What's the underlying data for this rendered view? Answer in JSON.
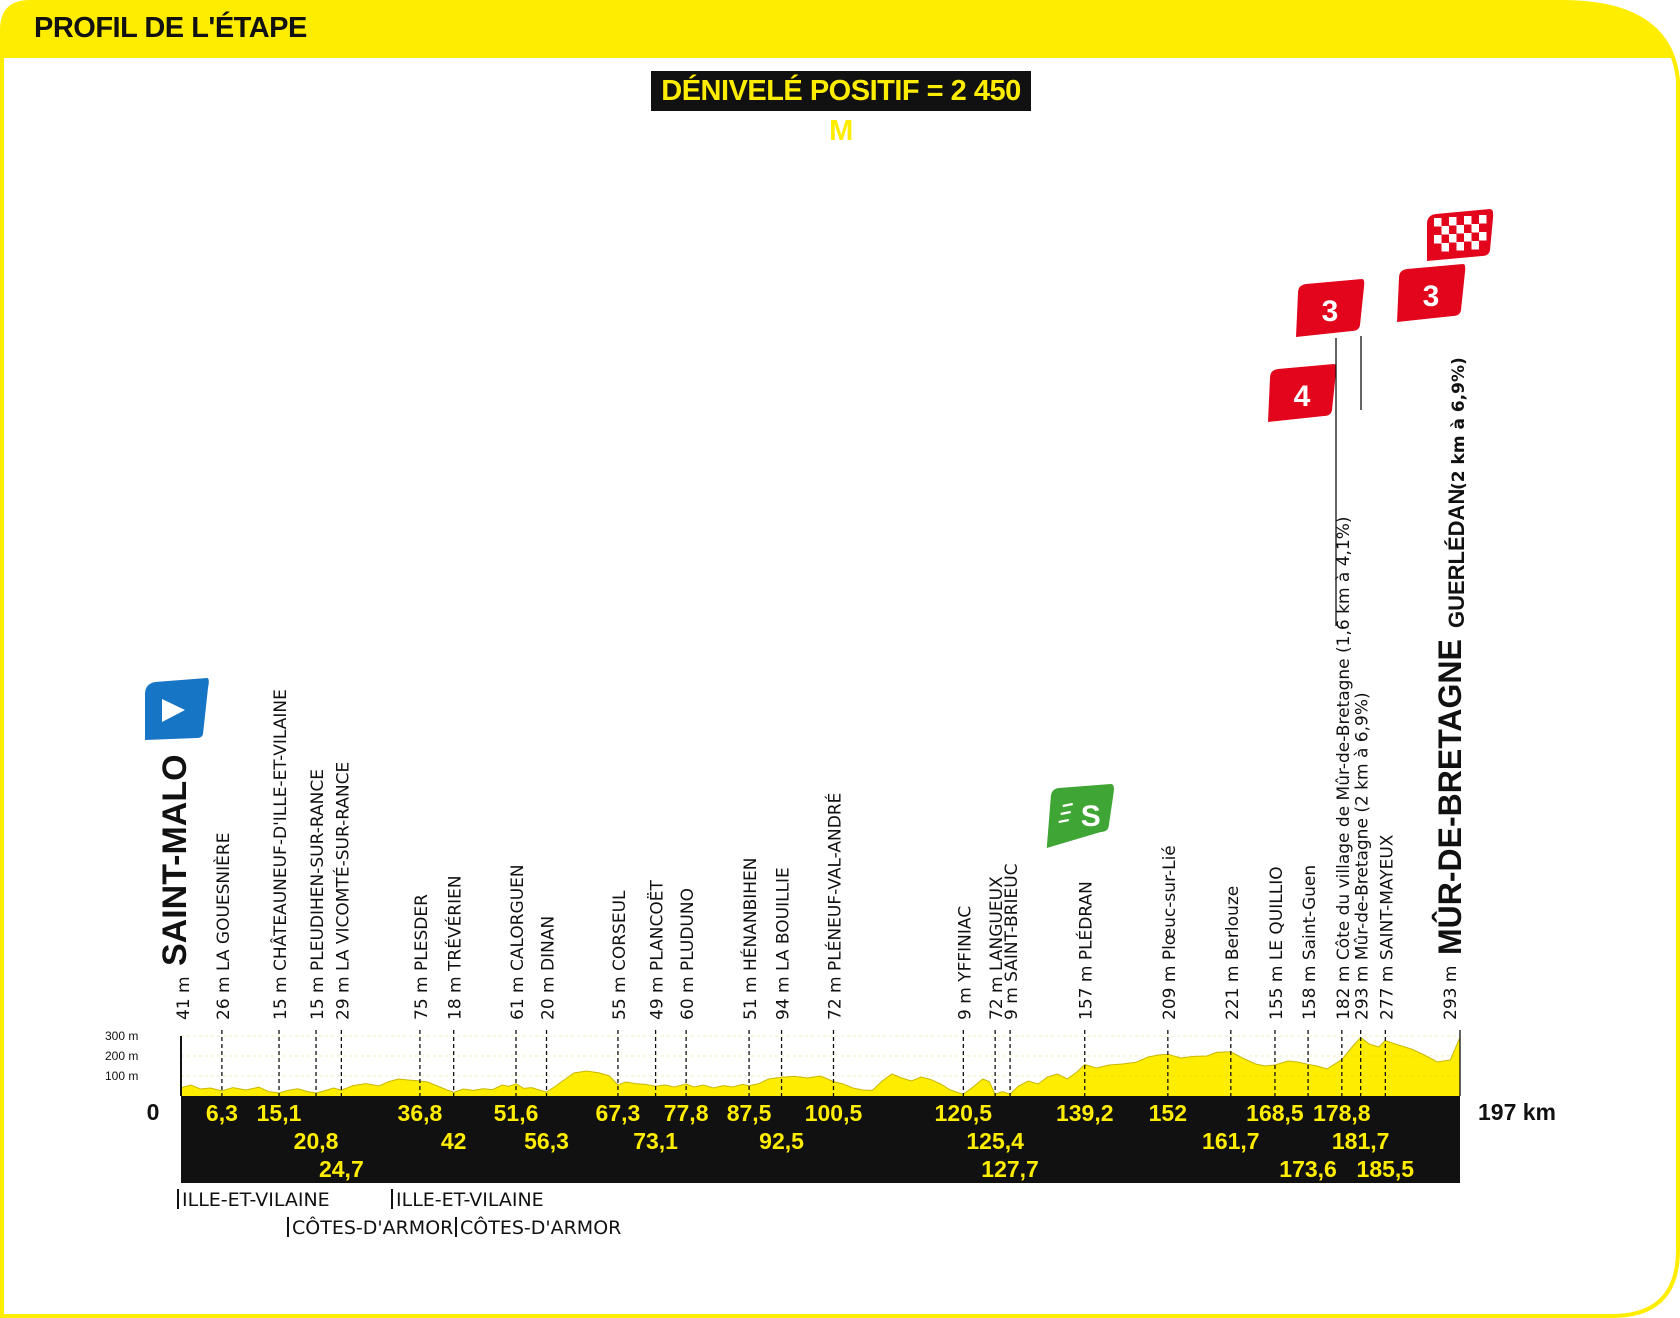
{
  "header": {
    "title": "PROFIL DE L'ÉTAPE"
  },
  "elevation_gain": "DÉNIVELÉ POSITIF = 2 450 M",
  "colors": {
    "yellow": "#ffed00",
    "black": "#111111",
    "climb_red": "#e3051b",
    "start_blue": "#1775c6",
    "sprint_green": "#3fa535"
  },
  "chart_data": {
    "type": "area",
    "title": "PROFIL DE L'ÉTAPE",
    "xlabel": "",
    "ylabel": "",
    "x_unit": "km",
    "xlim": [
      0,
      197
    ],
    "ylim": [
      0,
      300
    ],
    "y_ticks": [
      "300 m",
      "200 m",
      "100 m"
    ],
    "distance_start_label": "0",
    "distance_end_label": "197 km",
    "profile": [
      [
        0,
        41
      ],
      [
        1.5,
        55
      ],
      [
        3,
        35
      ],
      [
        4.5,
        40
      ],
      [
        6.3,
        26
      ],
      [
        8,
        42
      ],
      [
        10,
        30
      ],
      [
        12,
        44
      ],
      [
        13.5,
        22
      ],
      [
        15.1,
        15
      ],
      [
        16.5,
        28
      ],
      [
        18,
        36
      ],
      [
        19.5,
        22
      ],
      [
        20.8,
        15
      ],
      [
        22,
        25
      ],
      [
        23.5,
        40
      ],
      [
        24.7,
        29
      ],
      [
        26.5,
        52
      ],
      [
        28.5,
        62
      ],
      [
        30.5,
        50
      ],
      [
        32,
        72
      ],
      [
        33.5,
        85
      ],
      [
        35,
        80
      ],
      [
        36.8,
        75
      ],
      [
        38,
        70
      ],
      [
        39.5,
        50
      ],
      [
        41,
        30
      ],
      [
        42,
        18
      ],
      [
        43.5,
        35
      ],
      [
        45,
        28
      ],
      [
        46.5,
        36
      ],
      [
        48,
        32
      ],
      [
        49.5,
        55
      ],
      [
        50.5,
        48
      ],
      [
        51.6,
        61
      ],
      [
        52.8,
        38
      ],
      [
        54,
        42
      ],
      [
        55.2,
        30
      ],
      [
        56.3,
        20
      ],
      [
        57.5,
        45
      ],
      [
        59,
        80
      ],
      [
        60.5,
        115
      ],
      [
        62.5,
        125
      ],
      [
        64.5,
        115
      ],
      [
        66,
        100
      ],
      [
        67.3,
        55
      ],
      [
        68.5,
        70
      ],
      [
        70,
        62
      ],
      [
        71.5,
        58
      ],
      [
        73.1,
        49
      ],
      [
        74.5,
        55
      ],
      [
        76,
        45
      ],
      [
        77.8,
        60
      ],
      [
        79,
        45
      ],
      [
        80.5,
        55
      ],
      [
        82,
        40
      ],
      [
        83.5,
        52
      ],
      [
        85,
        45
      ],
      [
        86.5,
        58
      ],
      [
        87.5,
        51
      ],
      [
        89,
        62
      ],
      [
        90.5,
        85
      ],
      [
        92.5,
        94
      ],
      [
        94.5,
        98
      ],
      [
        96.5,
        90
      ],
      [
        98.5,
        100
      ],
      [
        100.5,
        72
      ],
      [
        102,
        60
      ],
      [
        103.5,
        40
      ],
      [
        105,
        30
      ],
      [
        106.5,
        28
      ],
      [
        108,
        75
      ],
      [
        109.5,
        110
      ],
      [
        111,
        90
      ],
      [
        112.5,
        75
      ],
      [
        114,
        95
      ],
      [
        115.5,
        82
      ],
      [
        117,
        60
      ],
      [
        118.5,
        30
      ],
      [
        120.5,
        9
      ],
      [
        122,
        45
      ],
      [
        123.5,
        85
      ],
      [
        124.5,
        72
      ],
      [
        125.4,
        9
      ],
      [
        126.5,
        22
      ],
      [
        127.7,
        9
      ],
      [
        129,
        50
      ],
      [
        130.5,
        75
      ],
      [
        132,
        60
      ],
      [
        133.5,
        95
      ],
      [
        135,
        110
      ],
      [
        136.5,
        85
      ],
      [
        138,
        120
      ],
      [
        139.2,
        157
      ],
      [
        141,
        140
      ],
      [
        143,
        155
      ],
      [
        145,
        160
      ],
      [
        147,
        168
      ],
      [
        149,
        195
      ],
      [
        150.5,
        205
      ],
      [
        152,
        209
      ],
      [
        154,
        190
      ],
      [
        156,
        198
      ],
      [
        158,
        200
      ],
      [
        159.5,
        218
      ],
      [
        161.7,
        221
      ],
      [
        163.5,
        190
      ],
      [
        165.5,
        160
      ],
      [
        167,
        150
      ],
      [
        168.5,
        155
      ],
      [
        170.5,
        175
      ],
      [
        172,
        170
      ],
      [
        173.6,
        158
      ],
      [
        175,
        150
      ],
      [
        176.5,
        135
      ],
      [
        178.8,
        182
      ],
      [
        180.5,
        250
      ],
      [
        181.7,
        293
      ],
      [
        183,
        260
      ],
      [
        184.5,
        245
      ],
      [
        185.5,
        277
      ],
      [
        187.5,
        255
      ],
      [
        189.5,
        235
      ],
      [
        191.5,
        205
      ],
      [
        193.5,
        170
      ],
      [
        195.5,
        180
      ],
      [
        197,
        293
      ]
    ],
    "checkpoints_top": [
      {
        "km": 6.3,
        "label": "26 m LA GOUESNIÈRE"
      },
      {
        "km": 15.1,
        "label": "15 m CHÂTEAUNEUF-D'ILLE-ET-VILAINE"
      },
      {
        "km": 20.8,
        "label": "15 m PLEUDIHEN-SUR-RANCE"
      },
      {
        "km": 24.7,
        "label": "29 m LA VICOMTÉ-SUR-RANCE"
      },
      {
        "km": 36.8,
        "label": "75 m PLESDER"
      },
      {
        "km": 42,
        "label": "18 m TRÉVÉRIEN"
      },
      {
        "km": 51.6,
        "label": "61 m CALORGUEN"
      },
      {
        "km": 56.3,
        "label": "20 m DINAN"
      },
      {
        "km": 67.3,
        "label": "55 m CORSEUL"
      },
      {
        "km": 73.1,
        "label": "49 m PLANCOËT"
      },
      {
        "km": 77.8,
        "label": "60 m PLUDUNO"
      },
      {
        "km": 87.5,
        "label": "51 m HÉNANBIHEN"
      },
      {
        "km": 92.5,
        "label": "94 m LA BOUILLIE"
      },
      {
        "km": 100.5,
        "label": "72 m PLÉNEUF-VAL-ANDRÉ"
      },
      {
        "km": 120.5,
        "label": "9 m YFFINIAC"
      },
      {
        "km": 125.4,
        "label": "72 m LANGUEUX"
      },
      {
        "km": 127.7,
        "label": "9 m SAINT-BRIEUC"
      },
      {
        "km": 139.2,
        "label": "157 m PLÉDRAN"
      },
      {
        "km": 152,
        "label": "209 m Plœuc-sur-Lié"
      },
      {
        "km": 161.7,
        "label": "221 m Berlouze"
      },
      {
        "km": 168.5,
        "label": "155 m LE QUILLIO"
      },
      {
        "km": 173.6,
        "label": "158 m Saint-Guen"
      },
      {
        "km": 178.8,
        "label": "182 m Côte du village de Mûr-de-Bretagne (1,6 km à 4,1%)"
      },
      {
        "km": 181.7,
        "label": "293 m Mûr-de-Bretagne (2 km à 6,9%)"
      },
      {
        "km": 185.5,
        "label": "277 m SAINT-MAYEUX"
      }
    ],
    "start": {
      "km": 0,
      "alt": "41 m",
      "name": "SAINT-MALO"
    },
    "finish": {
      "km": 197,
      "alt": "293 m",
      "name": "MÛR-DE-BRETAGNE",
      "extra": "GUERLÉDAN",
      "climb": "(2 km à 6,9%)"
    },
    "km_row1": [
      "6,3",
      "15,1",
      "36,8",
      "51,6",
      "67,3",
      "77,8",
      "87,5",
      "100,5",
      "120,5",
      "139,2",
      "152",
      "168,5",
      "178,8"
    ],
    "km_row1_pos": [
      6.3,
      15.1,
      36.8,
      51.6,
      67.3,
      77.8,
      87.5,
      100.5,
      120.5,
      139.2,
      152,
      168.5,
      178.8
    ],
    "km_row2": [
      "20,8",
      "42",
      "56,3",
      "73,1",
      "92,5",
      "125,4",
      "161,7",
      "181,7"
    ],
    "km_row2_pos": [
      20.8,
      42,
      56.3,
      73.1,
      92.5,
      125.4,
      161.7,
      181.7
    ],
    "km_row3": [
      "24,7",
      "127,7",
      "173,6",
      "185,5"
    ],
    "km_row3_pos": [
      24.7,
      127.7,
      173.6,
      185.5
    ],
    "climbs": [
      {
        "km": 178.8,
        "category": "4"
      },
      {
        "km": 181.7,
        "category": "3"
      },
      {
        "km": 197,
        "category": "3"
      }
    ],
    "sprint": {
      "km": 139.2,
      "label": "S"
    }
  },
  "departments": [
    {
      "name": "ILLE-ET-VILAINE"
    },
    {
      "name": "CÔTES-D'ARMOR"
    },
    {
      "name": "ILLE-ET-VILAINE"
    },
    {
      "name": "CÔTES-D'ARMOR"
    }
  ]
}
